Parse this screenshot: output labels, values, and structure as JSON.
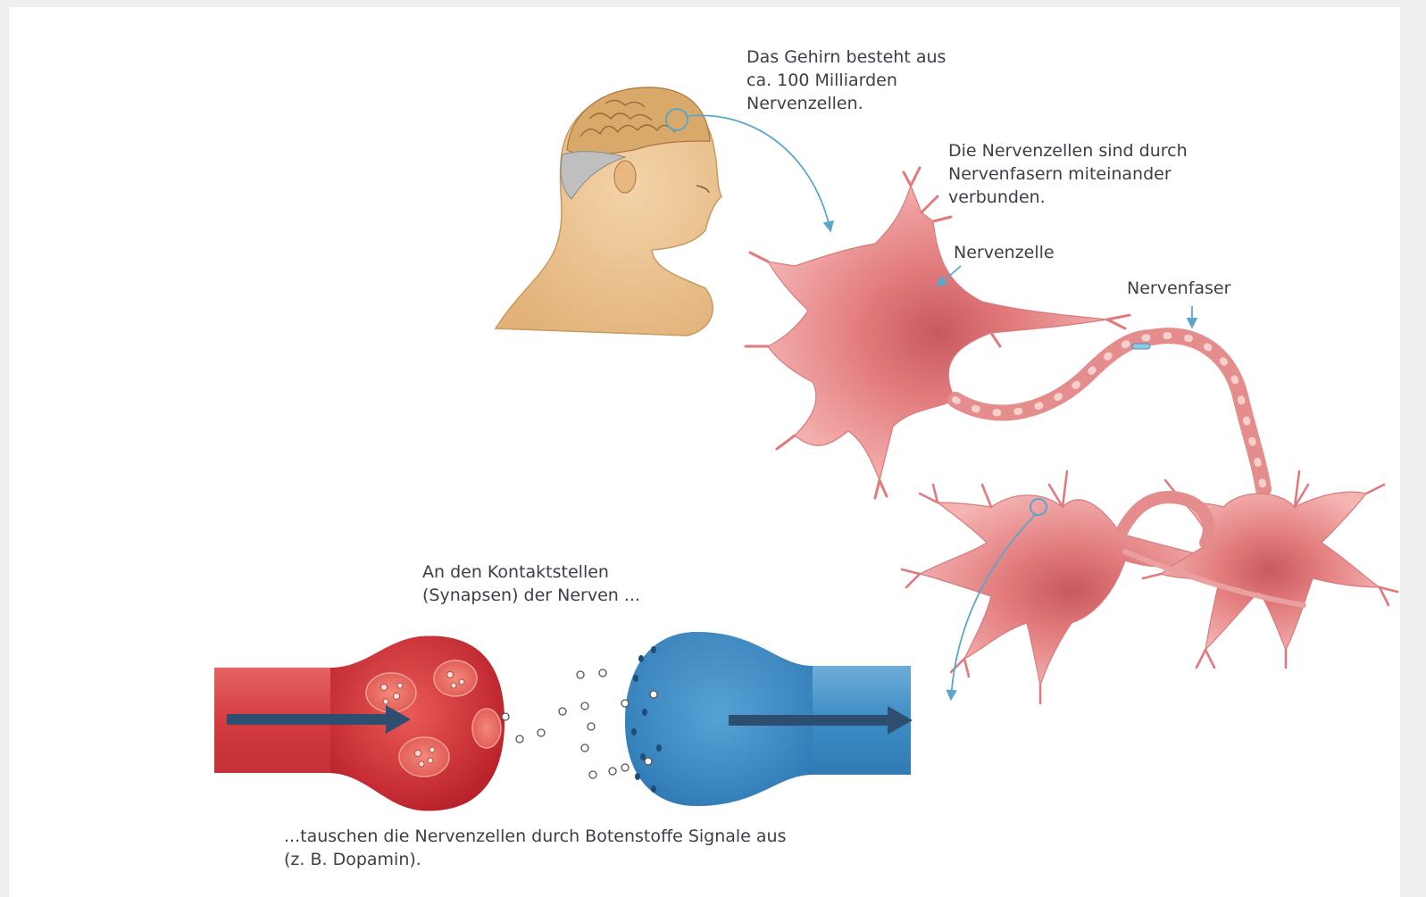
{
  "labels": {
    "brain_caption": "Das Gehirn besteht aus\nca. 100 Milliarden\nNervenzellen.",
    "connection_caption": "Die Nervenzellen sind durch\nNervenfasern miteinander\nverbunden.",
    "nerve_cell": "Nervenzelle",
    "nerve_fiber": "Nervenfaser",
    "synapse_caption": "An den  Kontaktstellen\n(Synapsen) der Nerven ...",
    "exchange_caption": "...tauschen die Nervenzellen durch Botenstoffe Signale aus\n(z. B. Dopamin)."
  },
  "colors": {
    "nerve_red": "#d9525a",
    "nerve_red_dark": "#b8323a",
    "receptor_blue": "#3f8fc6",
    "arrow_navy": "#2d4e6e",
    "pointer_blue": "#5aa7c9",
    "skin": "#e8c08a",
    "brain": "#d9a96a",
    "text": "#3a3f48"
  },
  "icons": {
    "head": "human-head-profile-icon",
    "signal_arrow": "arrow-right-icon"
  }
}
